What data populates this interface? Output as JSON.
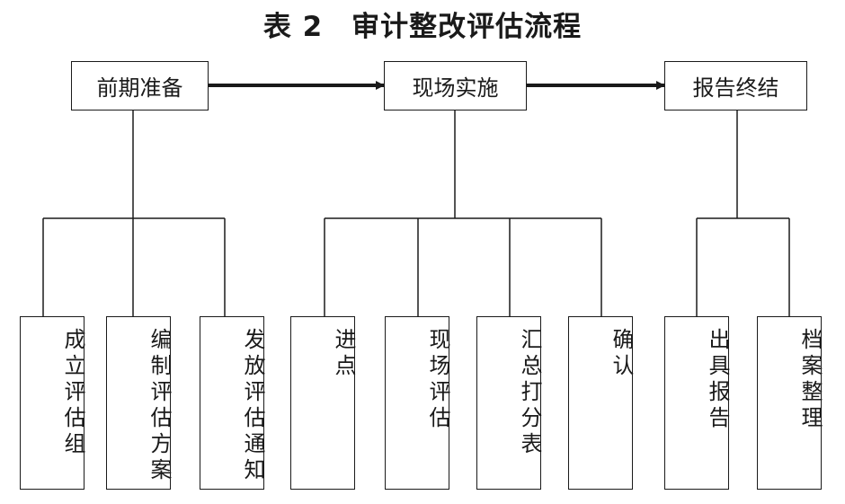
{
  "title": "表 2　审计整改评估流程",
  "stages": [
    {
      "label": "前期准备",
      "steps": [
        "成立评估组",
        "编制评估方案",
        "发放评估通知"
      ]
    },
    {
      "label": "现场实施",
      "steps": [
        "进点",
        "现场评估",
        "汇总打分表",
        "确认"
      ]
    },
    {
      "label": "报告终结",
      "steps": [
        "出具报告",
        "档案整理"
      ]
    }
  ]
}
